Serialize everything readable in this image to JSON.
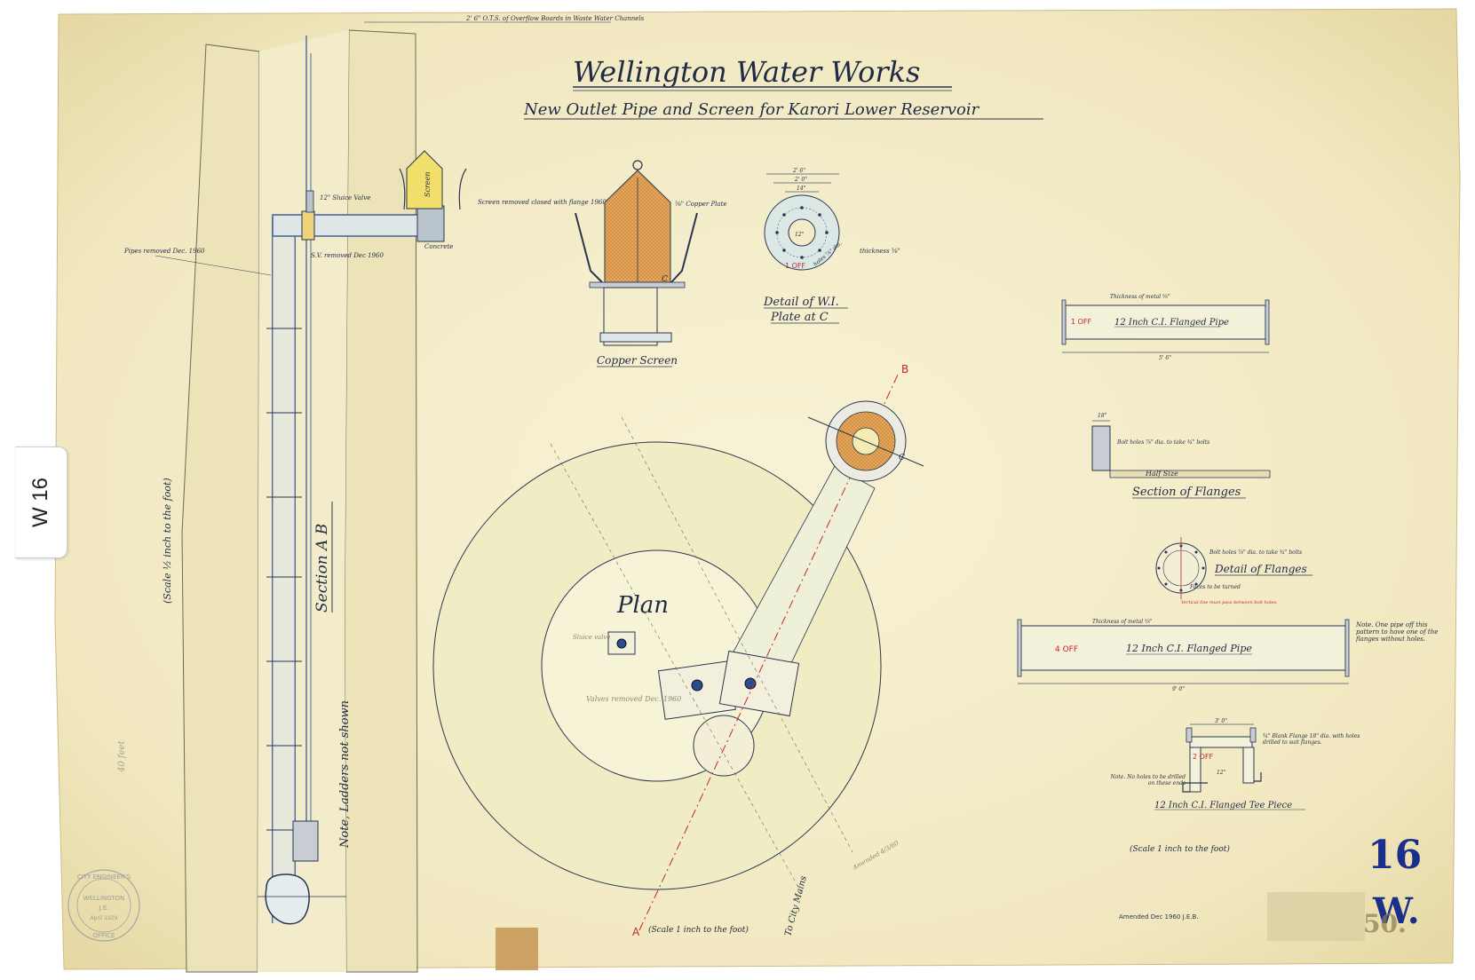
{
  "sheet": {
    "title": "Wellington Water Works",
    "subtitle": "New Outlet Pipe and Screen for Karori Lower Reservoir",
    "top_note": "2' 6\" O.T.S. of Overflow Boards in Waste Water Channels",
    "tab_label": "W 16",
    "stamp_number": "16",
    "stamp_letter": "W.",
    "stamp_partial": "50.",
    "amended": "Amended Dec 1960 J.E.B.",
    "colors": {
      "paper": "#f3ecc6",
      "ink": "#1f2a44",
      "copper": "#e2a55a",
      "water": "#dce9e6",
      "red": "#c0272d",
      "stamp": "#1b2f8a"
    }
  },
  "section": {
    "title": "Section A B",
    "scale": "(Scale ½ inch to the foot)",
    "note": "Note, Ladders not shown",
    "pipes_removed": "Pipes removed Dec. 1960",
    "valve": "12\" Sluice Valve",
    "sv_removed": "S.V. removed Dec 1960",
    "screen_label": "Screen",
    "screen_removed": "Screen removed closed with flange 1960",
    "concrete": "Concrete",
    "depth": "40 feet"
  },
  "copper_screen": {
    "title": "Copper Screen",
    "plate_note": "⅜\" Copper Plate",
    "label_c": "C"
  },
  "plate_detail": {
    "title_line1": "Detail of W.I.",
    "title_line2": "Plate at C",
    "off": "1 OFF",
    "thickness": "thickness ⅜\"",
    "holes": "holes ⅞\" dia.",
    "dim_outer": "2' 6\"",
    "dim_mid": "2' 0\"",
    "dim_inner": "14\"",
    "dim_bore": "12\""
  },
  "plan": {
    "title": "Plan",
    "scale": "(Scale 1 inch to the foot)",
    "to_city": "To City Mains",
    "label_a": "A",
    "label_b": "B",
    "label_c": "C",
    "valve_removed": "Valves removed Dec. 1960",
    "sluice": "Sluice valve",
    "pencil_note": "Amended 4/3/60"
  },
  "pipe_1": {
    "off": "1 OFF",
    "label": "12 Inch C.I. Flanged Pipe",
    "thickness": "Thickness of metal ⅝\"",
    "length": "5' 6\""
  },
  "flanges": {
    "section_title": "Section of Flanges",
    "half_size": "Half Size",
    "bolt_note": "Bolt holes ⅞\" dia. to take ¾\" bolts",
    "dim": "18\"",
    "detail_title": "Detail of Flanges",
    "detail_bolts": "Bolt holes ⅞\" dia. to take ¾\" bolts",
    "detail_faces": "Faces to be turned",
    "detail_red": "Vertical line must pass between bolt holes."
  },
  "pipe_4": {
    "off": "4 OFF",
    "label": "12 Inch C.I. Flanged Pipe",
    "thickness": "Thickness of metal ⅝\"",
    "length": "9' 0\"",
    "note": "Note. One pipe off this pattern to have one of the flanges without holes."
  },
  "tee": {
    "off": "2 OFF",
    "label": "12 Inch C.I. Flanged Tee Piece",
    "blank_note": "¾\" Blank Flange 18\" dia. with holes drilled to suit flanges.",
    "holes_note": "Note. No holes to be drilled on these ends",
    "scale": "(Scale 1 inch to the foot)",
    "dim_top": "3' 0\"",
    "dim_side": "12\""
  },
  "seal": {
    "ring_top": "CITY ENGINEER'S",
    "ring_bottom": "OFFICE",
    "center1": "WELLINGTON",
    "center2": "J.E.",
    "center3": "April 1929"
  }
}
